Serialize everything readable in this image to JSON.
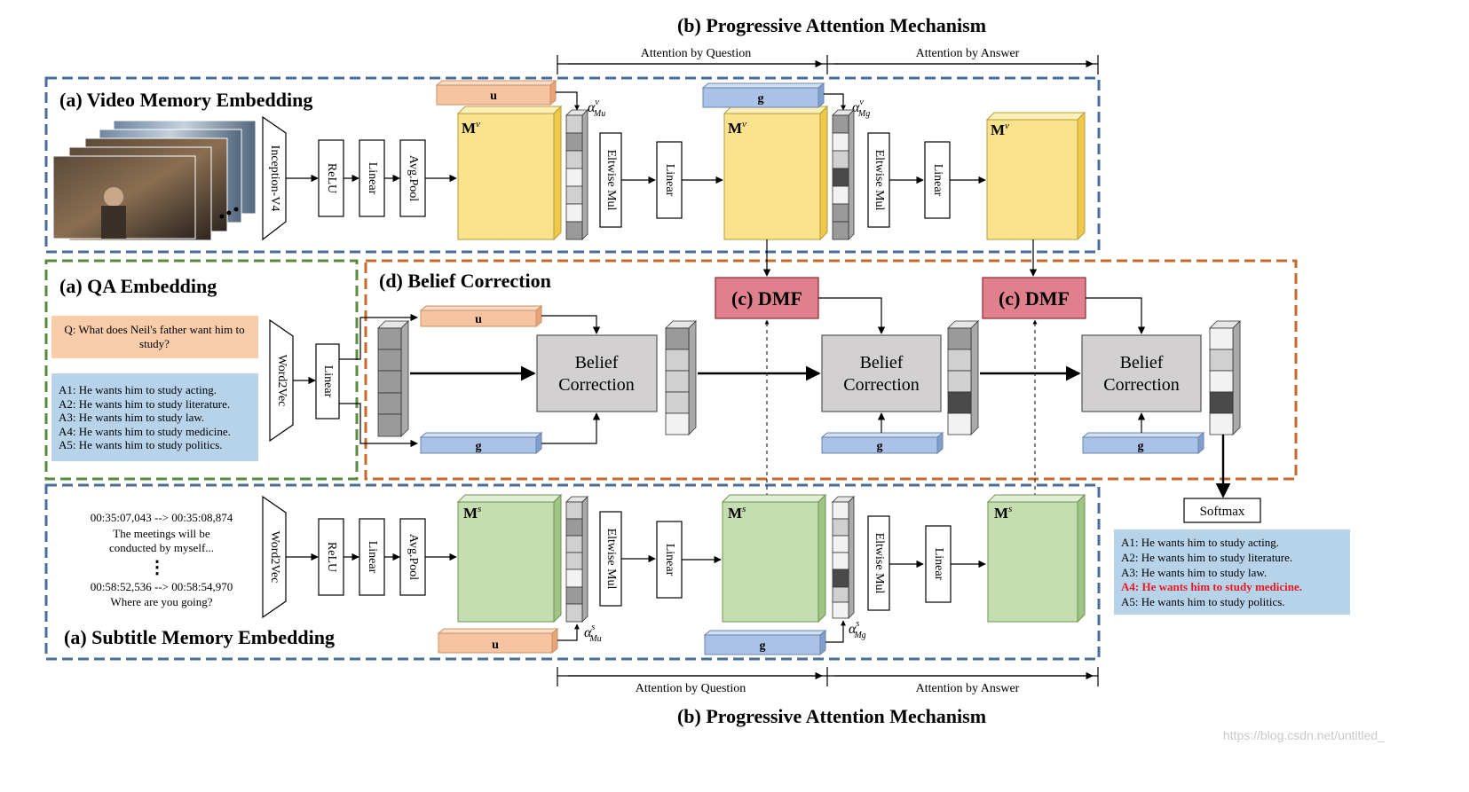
{
  "titles": {
    "pam_top": "(b) Progressive Attention Mechanism",
    "pam_bottom": "(b) Progressive Attention Mechanism",
    "attn_q_top": "Attention by Question",
    "attn_a_top": "Attention by Answer",
    "attn_q_bottom": "Attention by Question",
    "attn_a_bottom": "Attention by Answer",
    "video_mem": "(a) Video Memory Embedding",
    "qa_emb": "(a) QA Embedding",
    "belief": "(d) Belief Correction",
    "subtitle_mem": "(a) Subtitle Memory Embedding"
  },
  "layers": {
    "inception": "Inception-V4",
    "word2vec": "Word2Vec",
    "relu": "ReLU",
    "linear": "Linear",
    "avgpool": "Avg.Pool",
    "eltwise": "Eltwise Mul",
    "softmax": "Softmax",
    "dmf": "(c) DMF",
    "belief_line1": "Belief",
    "belief_line2": "Correction"
  },
  "vectors": {
    "u": "u",
    "g": "g"
  },
  "memory": {
    "mv_base": "M",
    "mv_sup": "v",
    "ms_base": "M",
    "ms_sup": "s"
  },
  "alphas": {
    "alpha": "α",
    "v_mu_sup": "v",
    "v_mu_sub": "Mu",
    "v_mg_sup": "v",
    "v_mg_sub": "Mg",
    "s_mu_sup": "s",
    "s_mu_sub": "Mu",
    "s_mg_sup": "s",
    "s_mg_sub": "Mg"
  },
  "qa": {
    "question_line1": "Q: What does Neil's father want him to",
    "question_line2": "study?",
    "answers": [
      "A1: He wants him to study acting.",
      "A2: He wants him to study literature.",
      "A3: He wants him to study law.",
      "A4: He wants him to study medicine.",
      "A5: He wants him to study politics."
    ]
  },
  "subtitles": {
    "t1": "00:35:07,043 --> 00:35:08,874",
    "l1a": "The meetings will be",
    "l1b": "conducted by myself...",
    "dots": "⋮",
    "t2": "00:58:52,536 --> 00:58:54,970",
    "l2": "Where are you going?"
  },
  "output": {
    "answers": [
      "A1: He wants him to study acting.",
      "A2: He wants him to study literature.",
      "A3: He wants him to study law.",
      "A4: He wants him to study medicine.",
      "A5: He wants him to study politics."
    ],
    "highlight_color": "#e8191f"
  },
  "watermark": "https://blog.csdn.net/untitled_"
}
